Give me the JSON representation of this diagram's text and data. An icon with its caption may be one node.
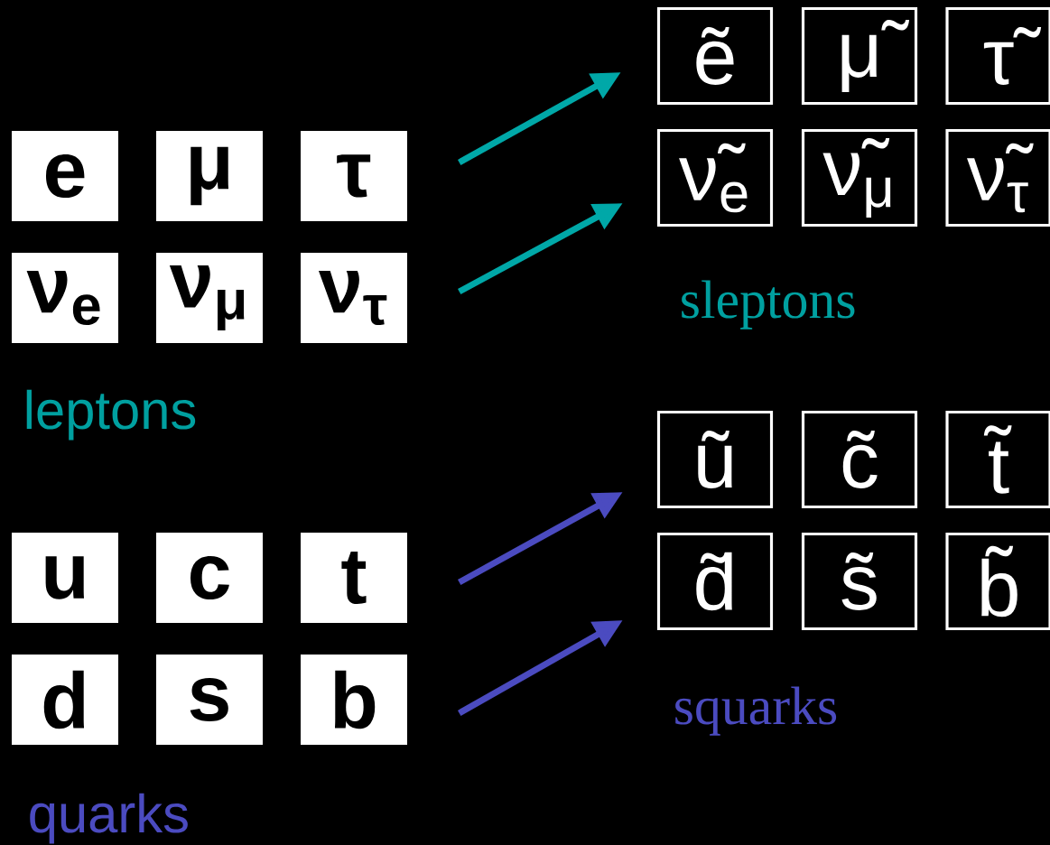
{
  "diagram": {
    "nodes": [
      {
        "text": [
          "e"
        ]
      },
      {
        "text": [
          "μ"
        ]
      },
      {
        "text": [
          "τ"
        ]
      },
      {
        "text": [
          "ν$_{e}$"
        ]
      },
      {
        "text": [
          "ν$_{μ}$"
        ]
      },
      {
        "text": [
          "ν$_{τ}$"
        ]
      },
      {
        "text": [
          "u"
        ]
      },
      {
        "text": [
          "c"
        ]
      },
      {
        "text": [
          "t"
        ]
      },
      {
        "text": [
          "d"
        ]
      },
      {
        "text": [
          "s"
        ]
      },
      {
        "text": [
          "b"
        ]
      },
      {
        "text": [
          "ẽ"
        ]
      },
      {
        "text": [
          "μ̃"
        ]
      },
      {
        "text": [
          "τ̃"
        ]
      },
      {
        "text": [
          "ν̃$_{e}$"
        ]
      },
      {
        "text": [
          "ν̃$_{μ}$"
        ]
      },
      {
        "text": [
          "ν̃$_{τ}$"
        ]
      },
      {
        "text": [
          "ũ"
        ]
      },
      {
        "text": [
          "c̃"
        ]
      },
      {
        "text": [
          "t̃"
        ]
      },
      {
        "text": [
          "d̃"
        ]
      },
      {
        "text": [
          "s̃"
        ]
      },
      {
        "text": [
          "b̃"
        ]
      }
    ],
    "edges": [
      {
        "from": 2,
        "to": 12,
        "arrow": "to",
        "color": "#00a8a8"
      },
      {
        "from": 5,
        "to": 15,
        "arrow": "to",
        "color": "#00a8a8"
      },
      {
        "from": 8,
        "to": 18,
        "arrow": "to",
        "color": "#4b4bc0"
      },
      {
        "from": 11,
        "to": 21,
        "arrow": "to",
        "color": "#4b4bc0"
      }
    ],
    "labels": [
      "sleptons",
      "leptons",
      "squarks",
      "quarks"
    ]
  }
}
